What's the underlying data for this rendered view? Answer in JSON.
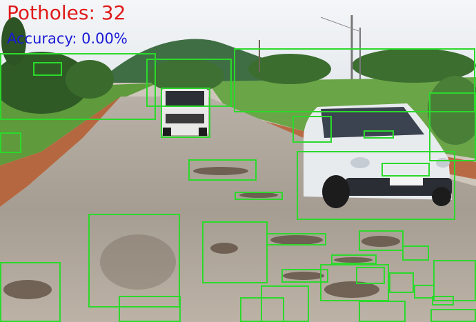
{
  "overlay": {
    "count_text": "Potholes: 32",
    "accuracy_text": "Accuracy: 0.00%",
    "count_color": "#e01a1a",
    "accuracy_color": "#1a1ad6"
  },
  "box_color": "#2bd92b",
  "detections": {
    "count": 32
  }
}
